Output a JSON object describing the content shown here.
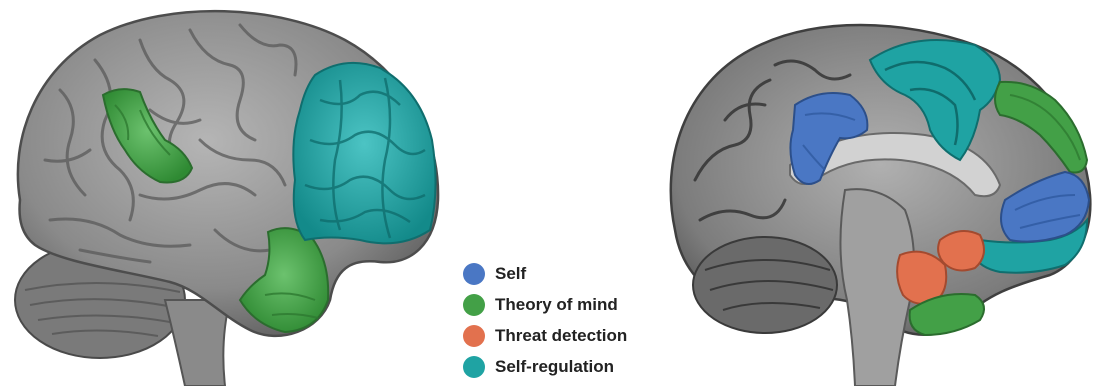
{
  "legend": {
    "items": [
      {
        "label": "Self",
        "color": "#4a77c4"
      },
      {
        "label": "Theory of mind",
        "color": "#43a047"
      },
      {
        "label": "Threat detection",
        "color": "#e2714e"
      },
      {
        "label": "Self-regulation",
        "color": "#1fa3a3"
      }
    ]
  },
  "colors": {
    "cortex_gray": "#8f8f8f",
    "background": "#ffffff"
  }
}
